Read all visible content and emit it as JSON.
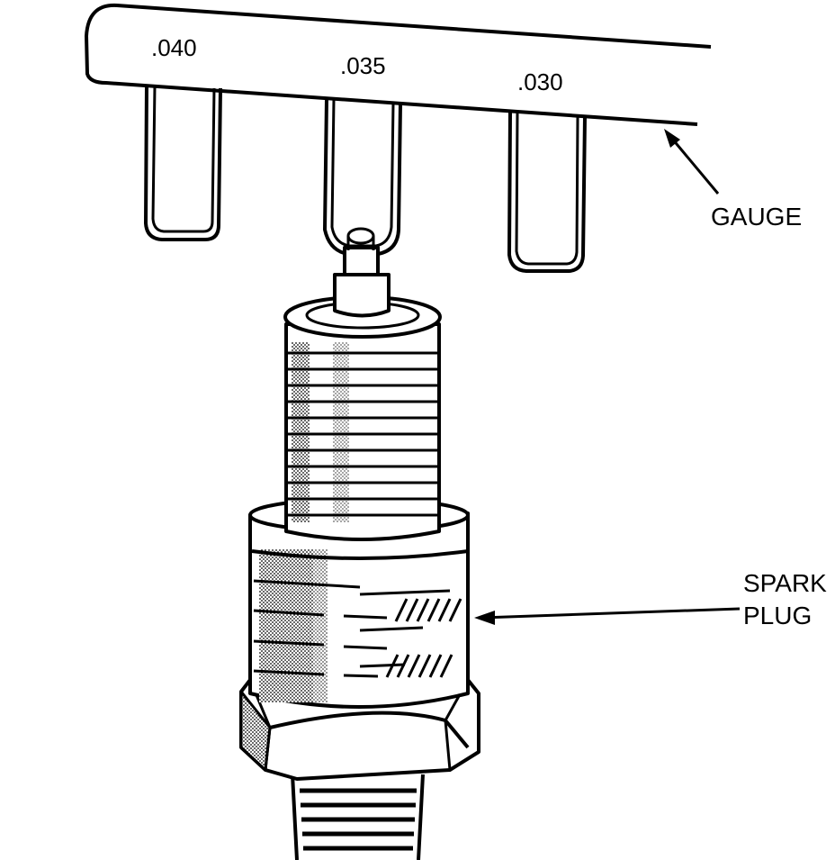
{
  "gauge": {
    "sizes": [
      ".040",
      ".035",
      ".030"
    ]
  },
  "callouts": {
    "gauge": "GAUGE",
    "spark_plug_line1": "SPARK",
    "spark_plug_line2": "PLUG"
  }
}
